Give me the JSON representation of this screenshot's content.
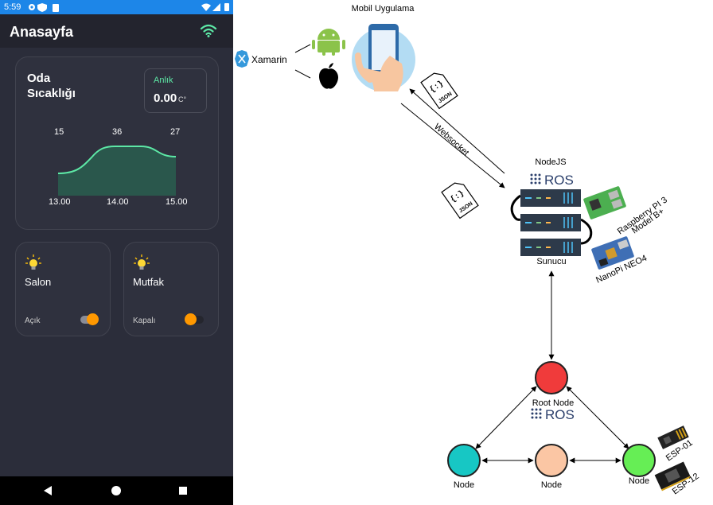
{
  "status": {
    "time": "5:59"
  },
  "app": {
    "title": "Anasayfa"
  },
  "temperature": {
    "title_line1": "Oda",
    "title_line2": "Sıcaklığı",
    "current_label": "Anlık",
    "current_value": "0.00",
    "current_unit": "C°",
    "top_labels": [
      "15",
      "36",
      "27"
    ],
    "bottom_labels": [
      "13.00",
      "14.00",
      "15.00"
    ]
  },
  "rooms": [
    {
      "name": "Salon",
      "state": "Açık",
      "on": true
    },
    {
      "name": "Mutfak",
      "state": "Kapalı",
      "on": false
    }
  ],
  "colors": {
    "accent": "#5de8a6",
    "toggle": "#ff9800",
    "status_bar": "#1d86e8"
  },
  "diagram": {
    "mobile_title": "Mobil Uygulama",
    "xamarin": "Xamarin",
    "json": "JSON",
    "json_glyph": "{:}",
    "websocket": "Websocket",
    "nodejs": "NodeJS",
    "ros": "ROS",
    "sunucu": "Sunucu",
    "rpi_line1": "Raspberry PI 3",
    "rpi_line2": "Model B+",
    "nanopi": "NanoPi NEO4",
    "root_node": "Root Node",
    "node": "Node",
    "esp01": "ESP-01",
    "esp12": "ESP-12"
  }
}
